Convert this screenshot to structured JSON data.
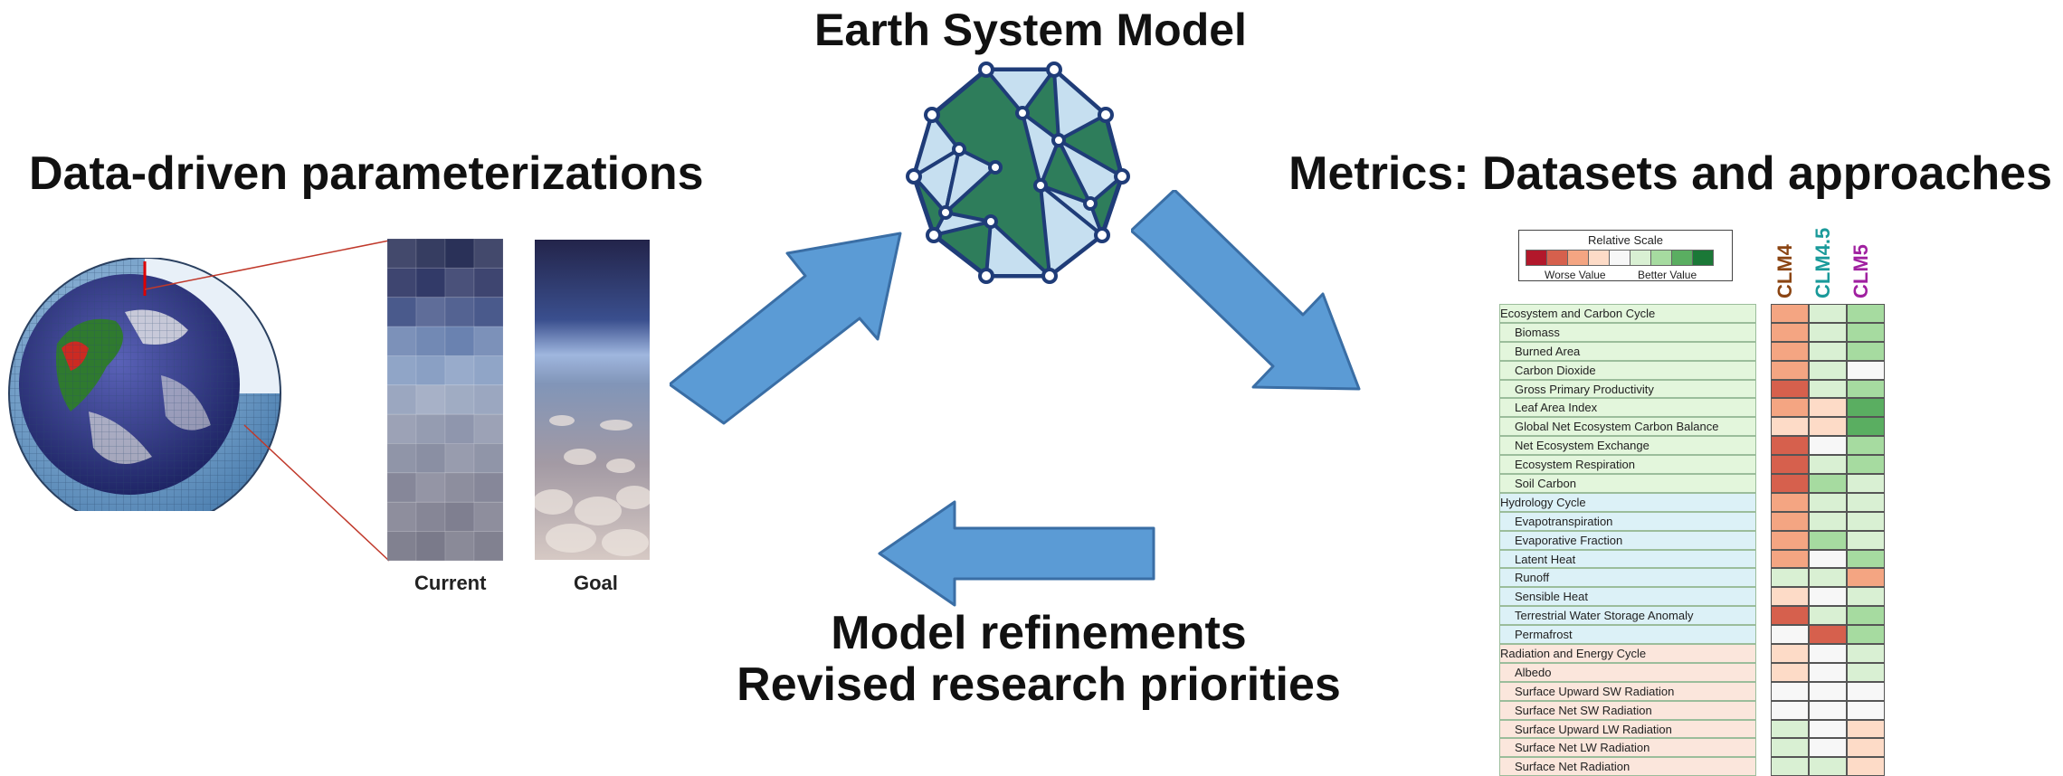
{
  "titles": {
    "center": "Earth System Model",
    "left": "Data-driven parameterizations",
    "right": "Metrics: Datasets and approaches",
    "bottom_line1": "Model refinements",
    "bottom_line2": "Revised research priorities"
  },
  "panels": {
    "current_label": "Current",
    "goal_label": "Goal"
  },
  "scorecard": {
    "legend": {
      "title": "Relative Scale",
      "worse_label": "Worse Value",
      "better_label": "Better Value",
      "colors": [
        "#b2182b",
        "#d6604d",
        "#f4a582",
        "#fddbc7",
        "#f7f7f7",
        "#d9f0d3",
        "#a6dba0",
        "#5aae61",
        "#1b7837"
      ]
    },
    "models": [
      {
        "name": "CLM4",
        "color": "#8b4513"
      },
      {
        "name": "CLM4.5",
        "color": "#1a9a9a"
      },
      {
        "name": "CLM5",
        "color": "#a020a0"
      }
    ],
    "sections": [
      {
        "name": "Ecosystem and Carbon Cycle",
        "bg": "#e3f6dc",
        "rows": [
          {
            "label": "Biomass",
            "scores": [
              2,
              5,
              6
            ]
          },
          {
            "label": "Burned Area",
            "scores": [
              2,
              5,
              6
            ]
          },
          {
            "label": "Carbon Dioxide",
            "scores": [
              2,
              5,
              4
            ]
          },
          {
            "label": "Gross Primary Productivity",
            "scores": [
              1,
              5,
              6
            ]
          },
          {
            "label": "Leaf Area Index",
            "scores": [
              2,
              3,
              7
            ]
          },
          {
            "label": "Global Net Ecosystem Carbon Balance",
            "scores": [
              3,
              3,
              7
            ]
          },
          {
            "label": "Net Ecosystem Exchange",
            "scores": [
              1,
              4,
              6
            ]
          },
          {
            "label": "Ecosystem Respiration",
            "scores": [
              1,
              5,
              6
            ]
          },
          {
            "label": "Soil Carbon",
            "scores": [
              1,
              6,
              5
            ]
          }
        ]
      },
      {
        "name": "Hydrology Cycle",
        "bg": "#dcf1f7",
        "rows": [
          {
            "label": "Evapotranspiration",
            "scores": [
              2,
              5,
              5
            ]
          },
          {
            "label": "Evaporative Fraction",
            "scores": [
              2,
              6,
              5
            ]
          },
          {
            "label": "Latent Heat",
            "scores": [
              2,
              4,
              6
            ]
          },
          {
            "label": "Runoff",
            "scores": [
              5,
              5,
              2
            ]
          },
          {
            "label": "Sensible Heat",
            "scores": [
              3,
              4,
              5
            ]
          },
          {
            "label": "Terrestrial Water Storage Anomaly",
            "scores": [
              1,
              5,
              6
            ]
          },
          {
            "label": "Permafrost",
            "scores": [
              4,
              1,
              6
            ]
          }
        ]
      },
      {
        "name": "Radiation and Energy Cycle",
        "bg": "#fbe6dc",
        "rows": [
          {
            "label": "Albedo",
            "scores": [
              3,
              4,
              5
            ]
          },
          {
            "label": "Surface Upward SW Radiation",
            "scores": [
              4,
              4,
              4
            ]
          },
          {
            "label": "Surface Net SW Radiation",
            "scores": [
              4,
              4,
              4
            ]
          },
          {
            "label": "Surface Upward LW Radiation",
            "scores": [
              5,
              4,
              3
            ]
          },
          {
            "label": "Surface Net LW Radiation",
            "scores": [
              5,
              4,
              3
            ]
          },
          {
            "label": "Surface Net Radiation",
            "scores": [
              5,
              5,
              3
            ]
          }
        ]
      }
    ]
  }
}
